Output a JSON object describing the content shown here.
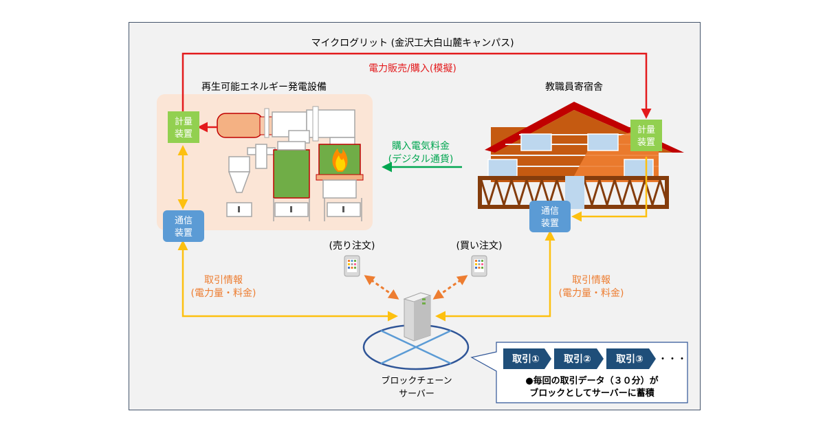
{
  "microgrid_label": "マイクログリット (金沢工大白山麓キャンパス)",
  "power_trade_label": "電力販売/購入(模擬)",
  "generation_label": "再生可能エネルギー発電設備",
  "dormitory_label": "教職員寄宿舎",
  "meter_label": [
    "計量",
    "装置"
  ],
  "comm_label": [
    "通信",
    "装置"
  ],
  "purchase_fee_label": [
    "購入電気料金",
    "(デジタル通貨)"
  ],
  "trade_info_label": [
    "取引情報",
    "(電力量・料金)"
  ],
  "sell_order_label": "(売り注文)",
  "buy_order_label": "(買い注文)",
  "blockchain_label": [
    "ブロックチェーン",
    "サーバー"
  ],
  "blocks": [
    "取引①",
    "取引②",
    "取引③"
  ],
  "blocks_more": "・・・",
  "block_note": [
    "●毎回の取引データ（３０分）が",
    "ブロックとしてサーバーに蓄積"
  ],
  "colors": {
    "red_line": "#e31a1c",
    "yellow_line": "#fdc010",
    "green_line": "#00a650",
    "orange_dash": "#ed7d31",
    "meter_green": "#92d050",
    "comm_blue": "#5b9bd5",
    "block_blue": "#1f4e79",
    "gen_bg": "#fbe5d6"
  }
}
